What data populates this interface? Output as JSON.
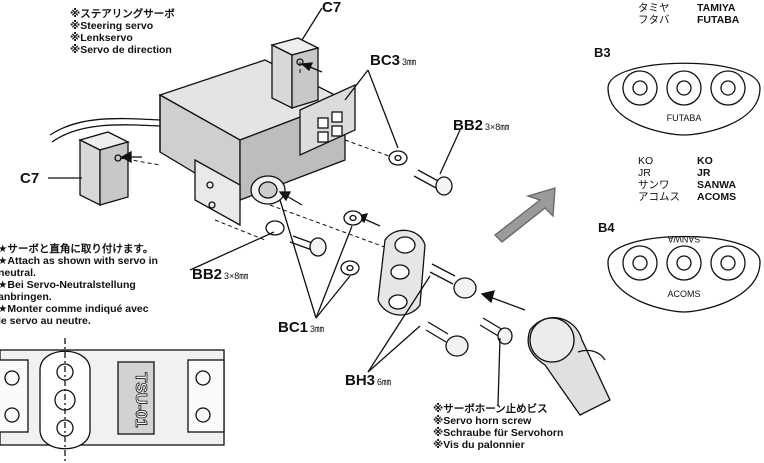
{
  "labels": {
    "c7_top": "C7",
    "c7_left": "C7",
    "bc3": {
      "code": "BC3",
      "size": "3㎜"
    },
    "bb2_top": {
      "code": "BB2",
      "size": "3×8㎜"
    },
    "bb2_bottom": {
      "code": "BB2",
      "size": "3×8㎜"
    },
    "bc1": {
      "code": "BC1",
      "size": "3㎜"
    },
    "bh3": {
      "code": "BH3",
      "size": "6㎜"
    }
  },
  "steering_note": [
    "※ステアリングサーボ",
    "※Steering servo",
    "※Lenkservo",
    "※Servo de direction"
  ],
  "attach_note": [
    "★サーボと直角に取り付けます。",
    "★Attach as shown with servo in",
    "neutral.",
    "★Bei Servo-Neutralstellung",
    "anbringen.",
    "★Monter comme indiqué avec",
    "le servo au neutre."
  ],
  "horn_screw_note": [
    "※サーボホーン止めビス",
    "※Servo horn screw",
    "※Schraube für Servohorn",
    "※Vis du palonnier"
  ],
  "brands_b3": {
    "left": [
      "タミヤ",
      "フタバ"
    ],
    "right": [
      "TAMIYA",
      "FUTABA"
    ]
  },
  "brands_b4": {
    "left": [
      "KO",
      "JR",
      "サンワ",
      "アコムス"
    ],
    "right": [
      "KO",
      "JR",
      "SANWA",
      "ACOMS"
    ]
  },
  "b3": {
    "label": "B3",
    "inner_text": "FUTABA"
  },
  "b4": {
    "label": "B4",
    "inner_text_top": "SANWA",
    "inner_text_bottom": "ACOMS"
  },
  "servo_stamp": "TSU-01"
}
